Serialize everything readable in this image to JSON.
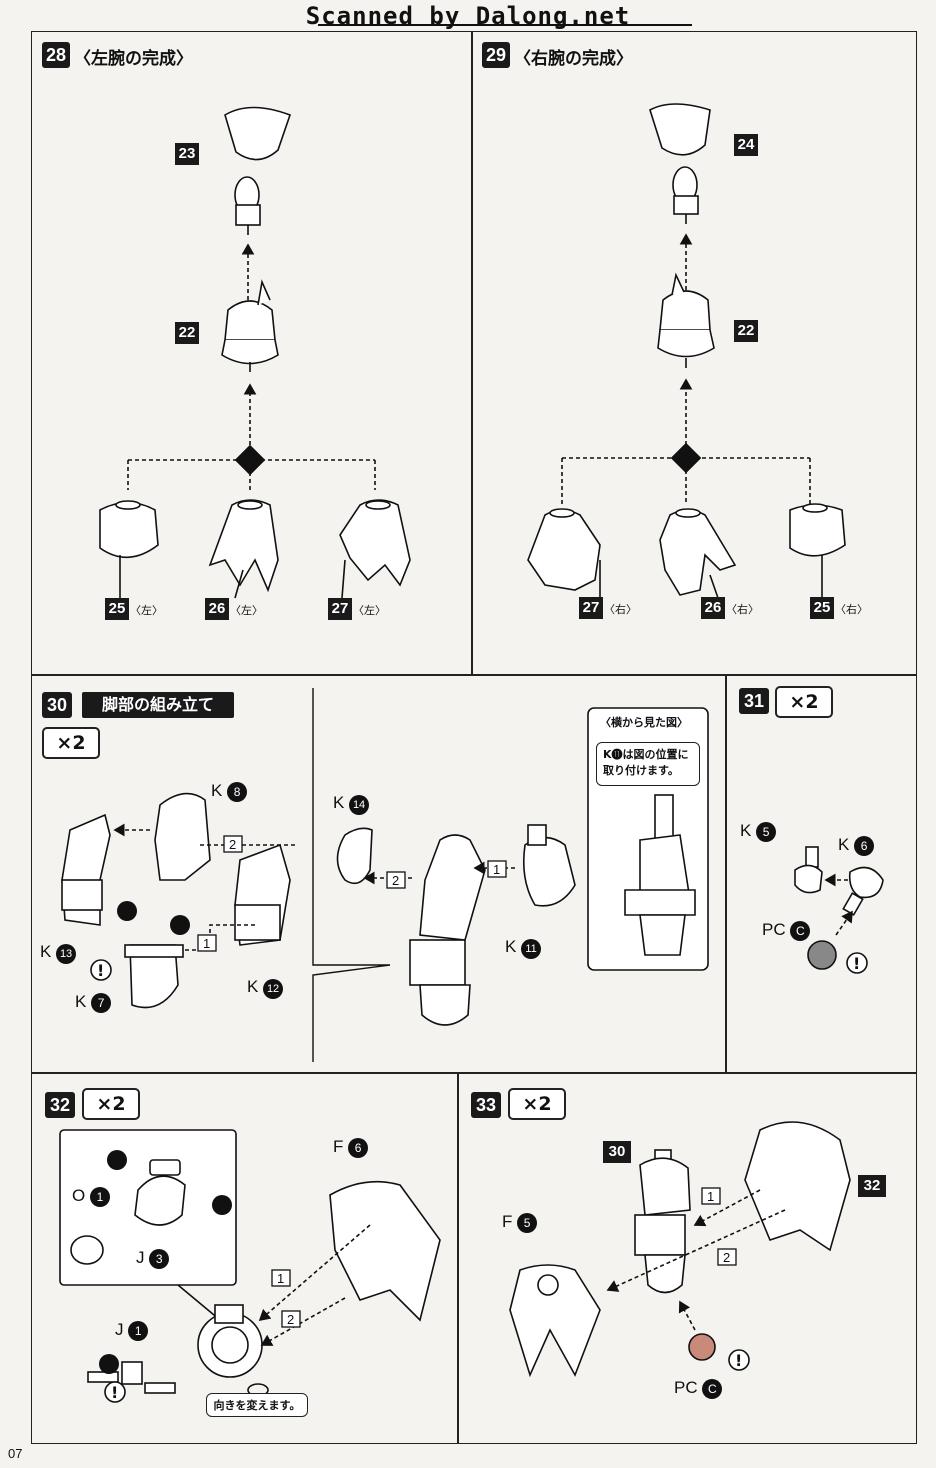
{
  "header": {
    "watermark": "Scanned by Dalong.net"
  },
  "page_number": "07",
  "step28": {
    "num": "28",
    "title": "〈左腕の完成〉",
    "parts": {
      "top": "23",
      "mid": "22"
    },
    "hands": [
      {
        "num": "25",
        "side": "〈左〉"
      },
      {
        "num": "26",
        "side": "〈左〉"
      },
      {
        "num": "27",
        "side": "〈左〉"
      }
    ]
  },
  "step29": {
    "num": "29",
    "title": "〈右腕の完成〉",
    "parts": {
      "top": "24",
      "mid": "22"
    },
    "hands": [
      {
        "num": "27",
        "side": "〈右〉"
      },
      {
        "num": "26",
        "side": "〈右〉"
      },
      {
        "num": "25",
        "side": "〈右〉"
      }
    ]
  },
  "step30": {
    "num": "30",
    "title": "脚部の組み立て",
    "multiplier": "×2",
    "side_view_title": "〈横から見た図〉",
    "side_view_note": "K⓫は図の位置に取り付けます。",
    "parts": [
      "K8",
      "K13",
      "K7",
      "K12",
      "K14",
      "K11"
    ],
    "steps": [
      "1",
      "2"
    ]
  },
  "step31": {
    "num": "31",
    "multiplier": "×2",
    "parts": [
      "K5",
      "K6",
      "PC C"
    ]
  },
  "step32": {
    "num": "32",
    "multiplier": "×2",
    "parts": [
      "F6",
      "O1",
      "J3",
      "J1"
    ],
    "note": "向きを変えます。",
    "steps": [
      "1",
      "2"
    ]
  },
  "step33": {
    "num": "33",
    "multiplier": "×2",
    "parts": [
      "F5",
      "30",
      "32",
      "PC C"
    ],
    "steps": [
      "1",
      "2"
    ]
  }
}
